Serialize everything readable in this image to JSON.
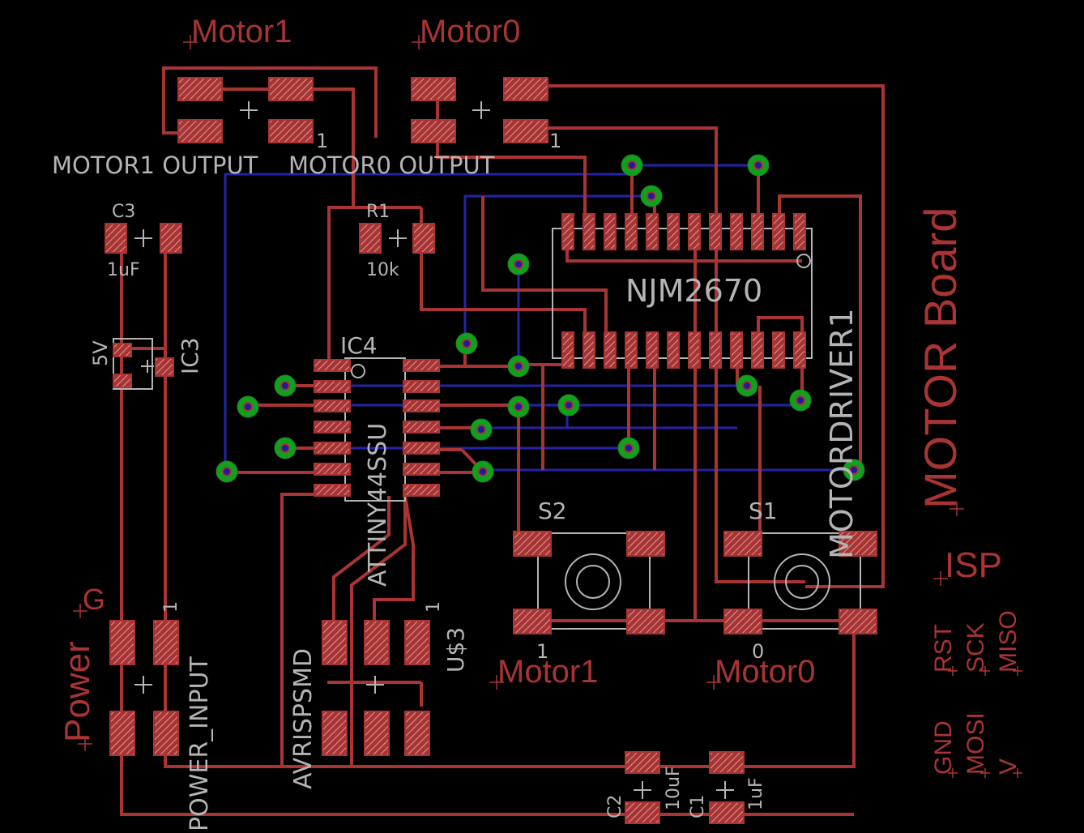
{
  "board_title": "MOTOR Board",
  "colors": {
    "background": "#000000",
    "top_copper": "#a93434",
    "bottom_copper": "#2424a8",
    "silkscreen": "#b4b4b4",
    "via": "#0ea21c",
    "pad_hatch": "#d99a9a"
  },
  "labels": {
    "motor1_top": "Motor1",
    "motor0_top": "Motor0",
    "motor1_output": "MOTOR1 OUTPUT",
    "motor0_output": "MOTOR0 OUTPUT",
    "c3_name": "C3",
    "c3_value": "1uF",
    "r1_name": "R1",
    "r1_value": "10k",
    "ic3_name": "IC3",
    "ic3_value": "5V",
    "ic4_name": "IC4",
    "ic4_value": "ATTINY44SSU",
    "driver_name": "NJM2670",
    "driver_value": "MOTORDRIVER1",
    "s2_name": "S2",
    "s1_name": "S1",
    "motor1_btn": "Motor1",
    "motor0_btn": "Motor0",
    "pin1_motor1": "1",
    "pin1_motor0": "1",
    "pin_s2": "1",
    "pin_s1": "0",
    "power_g": "G",
    "power_label": "Power",
    "power_input": "POWER_INPUT",
    "power_input_pin": "1",
    "avr_label": "AVRISPSMD",
    "us3_label": "U$3",
    "us3_pin": "1",
    "c2_name": "C2",
    "c2_value": "10uF",
    "c1_name": "C1",
    "c1_value": "1uF",
    "isp": "ISP",
    "isp_pins": [
      "RST",
      "SCK",
      "MISO",
      "GND",
      "MOSI",
      "V"
    ]
  }
}
